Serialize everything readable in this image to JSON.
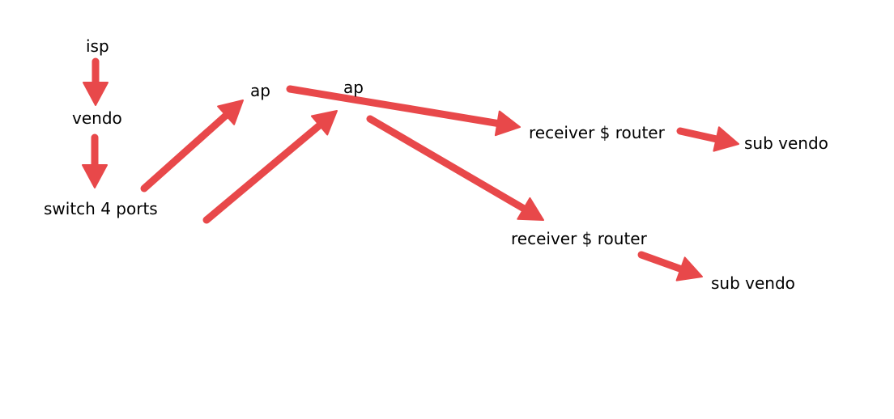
{
  "diagram": {
    "colors": {
      "arrow": "#e8484a",
      "background": "#ffffff",
      "text": "#000000"
    },
    "nodes": {
      "isp": "isp",
      "vendo": "vendo",
      "switch": "switch 4 ports",
      "ap_1": "ap",
      "ap_2": "ap",
      "receiver_1": "receiver $ router",
      "sub_vendo_1": "sub vendo",
      "receiver_2": "receiver $ router",
      "sub_vendo_2": "sub vendo"
    },
    "edges": [
      {
        "from": "isp",
        "to": "vendo"
      },
      {
        "from": "vendo",
        "to": "switch 4 ports"
      },
      {
        "from": "switch 4 ports",
        "to": "ap"
      },
      {
        "from": "switch 4 ports",
        "to": "ap"
      },
      {
        "from": "ap",
        "to": "receiver $ router"
      },
      {
        "from": "ap",
        "to": "receiver $ router"
      },
      {
        "from": "receiver $ router",
        "to": "sub vendo"
      },
      {
        "from": "receiver $ router",
        "to": "sub vendo"
      }
    ]
  }
}
